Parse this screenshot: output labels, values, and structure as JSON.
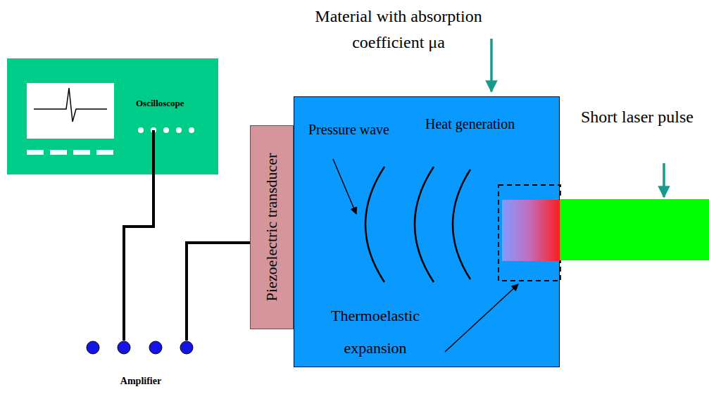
{
  "diagram": {
    "nodes": [
      {
        "text": [
          "Oscilloscope"
        ]
      },
      {
        "text": [
          "Amplifier"
        ]
      },
      {
        "text": [
          "Piezoelectric transducer"
        ]
      },
      {
        "text": [
          "Material with absorption coefficient μa",
          "Pressure wave",
          "Heat generation",
          "Thermoelastic expansion"
        ]
      },
      {
        "text": [
          "Short laser pulse"
        ]
      }
    ],
    "edges": [
      {
        "from": 0,
        "to": 1,
        "arrow": "none"
      },
      {
        "from": 1,
        "to": 2,
        "arrow": "none"
      }
    ]
  }
}
